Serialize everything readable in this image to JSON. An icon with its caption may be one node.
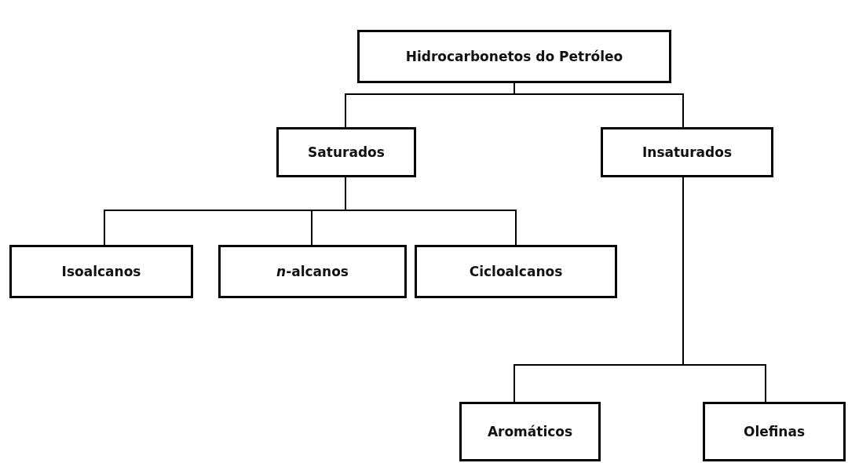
{
  "diagram": {
    "nodes": [
      {
        "text": [
          "Hidrocarbonetos do Petróleo"
        ]
      },
      {
        "text": [
          "Saturados"
        ]
      },
      {
        "text": [
          "Insaturados"
        ]
      },
      {
        "text": [
          "Isoalcanos"
        ]
      },
      {
        "text": [
          "*n*-alcanos"
        ]
      },
      {
        "text": [
          "Cicloalcanos"
        ]
      },
      {
        "text": [
          "Aromáticos"
        ]
      },
      {
        "text": [
          "Olefinas"
        ]
      }
    ],
    "edges": [
      {
        "from": 0,
        "to": 1,
        "arrow": "none"
      },
      {
        "from": 0,
        "to": 2,
        "arrow": "none"
      },
      {
        "from": 1,
        "to": 3,
        "arrow": "none"
      },
      {
        "from": 1,
        "to": 4,
        "arrow": "none"
      },
      {
        "from": 1,
        "to": 5,
        "arrow": "none"
      },
      {
        "from": 2,
        "to": 6,
        "arrow": "none"
      },
      {
        "from": 2,
        "to": 7,
        "arrow": "none"
      }
    ]
  }
}
